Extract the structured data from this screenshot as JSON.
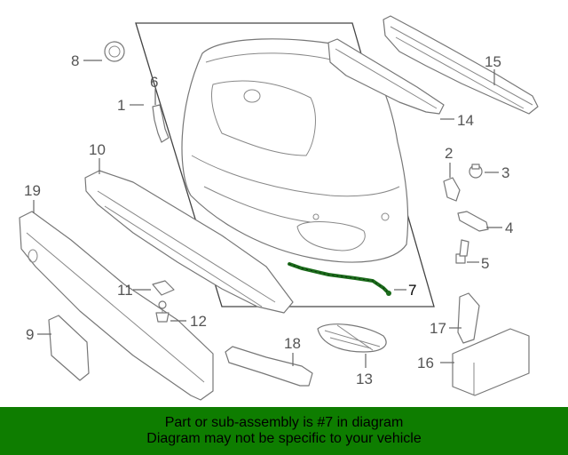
{
  "callouts": {
    "c1": "1",
    "c2": "2",
    "c3": "3",
    "c4": "4",
    "c5": "5",
    "c6": "6",
    "c7": "7",
    "c8": "8",
    "c9": "9",
    "c10": "10",
    "c11": "11",
    "c12": "12",
    "c13": "13",
    "c14": "14",
    "c15": "15",
    "c16": "16",
    "c17": "17",
    "c18": "18",
    "c19": "19"
  },
  "highlight_color": "#1b6b1b",
  "banner": {
    "line1": "Part or sub-assembly is #7 in diagram",
    "line2": "Diagram may not be specific to your vehicle",
    "background": "#0e7d00"
  }
}
